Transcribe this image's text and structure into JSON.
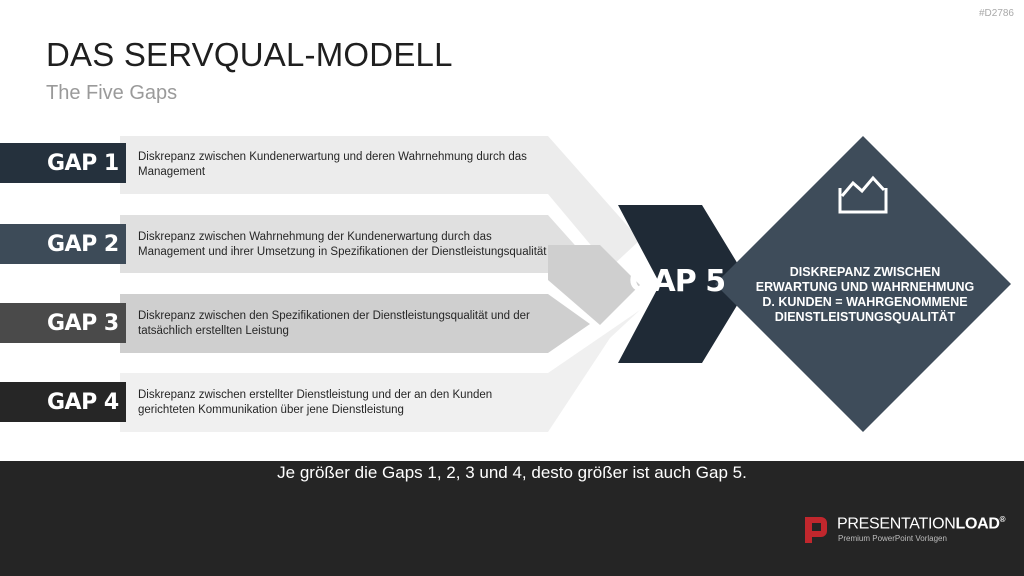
{
  "slide": {
    "code": "#D2786",
    "title": "DAS SERVQUAL-MODELL",
    "subtitle": "The Five Gaps"
  },
  "gaps": [
    {
      "label": "GAP 1",
      "text": "Diskrepanz zwischen Kundenerwartung und deren Wahrnehmung durch das Management",
      "color": "#25313d"
    },
    {
      "label": "GAP 2",
      "text": "Diskrepanz zwischen Wahrnehmung der Kundenerwartung durch das Management und ihrer Umsetzung in Spezifikationen der Dienstleistungsqualität",
      "color": "#3d4b58"
    },
    {
      "label": "GAP 3",
      "text": "Diskrepanz zwischen den Spezifikationen der Dienstleistungsqualität und der tatsächlich erstellten Leistung",
      "color": "#4a4a4a"
    },
    {
      "label": "GAP 4",
      "text": "Diskrepanz zwischen erstellter Dienstleistung und der an den Kunden gerichteten Kommunikation über jene Dienstleistung",
      "color": "#262626"
    }
  ],
  "gap5": {
    "label": "GAP 5",
    "description_lines": [
      "DISKREPANZ ZWISCHEN",
      "ERWARTUNG UND WAHRNEHMUNG",
      "D. KUNDEN  = WAHRGENOMMENE",
      "DIENSTLEISTUNGSQUALITÄT"
    ],
    "icon": "crown-chart-icon"
  },
  "footer": {
    "statement": "Je größer die Gaps 1, 2, 3 und 4, desto größer ist auch Gap 5.",
    "brand_bold": "PRESENTATION",
    "brand_strong": "LOAD",
    "brand_mark": "®",
    "brand_tagline": "Premium PowerPoint Vorlagen"
  },
  "colors": {
    "dark_navy": "#1f2a36",
    "slate": "#3e4c5a",
    "footer": "#252525",
    "brand_red": "#c1272d"
  }
}
